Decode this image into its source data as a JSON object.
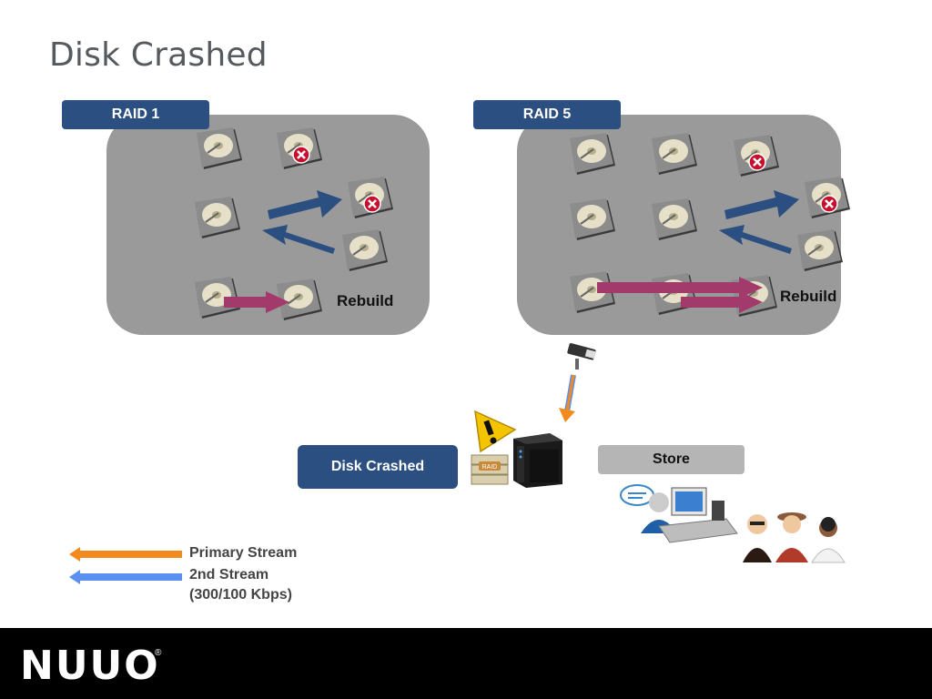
{
  "slide": {
    "title": "Disk Crashed"
  },
  "raid1": {
    "tag": "RAID 1",
    "rebuild_label": "Rebuild"
  },
  "raid5": {
    "tag": "RAID 5",
    "rebuild_label": "Rebuild"
  },
  "center": {
    "disk_crashed_label": "Disk Crashed",
    "nas_badge": "RAID",
    "store_label": "Store"
  },
  "legend": {
    "primary": "Primary Stream",
    "secondary_line1": "2nd Stream",
    "secondary_line2": "(300/100 Kbps)",
    "primary_color": "#f28a1e",
    "secondary_color": "#5b8ff0"
  },
  "footer": {
    "logo": "NUUO"
  },
  "icons": [
    "hard-disk-icon",
    "error-x-icon",
    "camera-icon",
    "warning-icon",
    "nas-server-icon",
    "cashier-icon",
    "customers-icon"
  ]
}
